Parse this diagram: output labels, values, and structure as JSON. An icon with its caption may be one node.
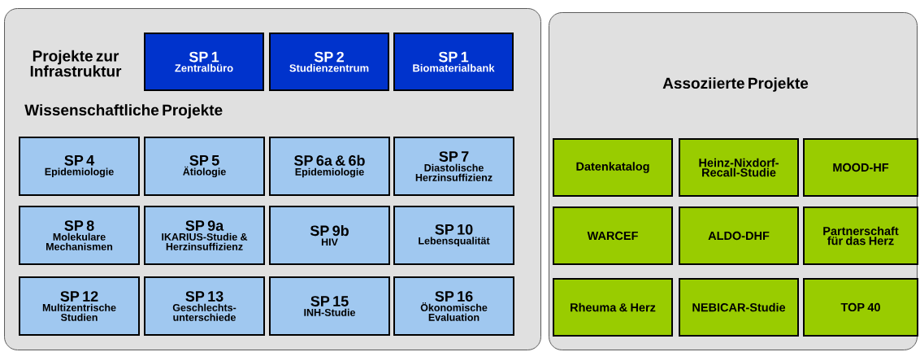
{
  "diagram": {
    "nodes": [
      {
        "text": [
          "Projekte zur Infrastruktur",
          "Wissenschaftliche Projekte"
        ]
      },
      {
        "text": [
          "SP 1",
          "Zentralbüro"
        ],
        "in": 0
      },
      {
        "text": [
          "SP 2",
          "Studienzentrum"
        ],
        "in": 0
      },
      {
        "text": [
          "SP 1",
          "Biomaterialbank"
        ],
        "in": 0
      },
      {
        "text": [
          "SP 4",
          "Epidemiologie"
        ],
        "in": 0
      },
      {
        "text": [
          "SP 5",
          "Ätiologie"
        ],
        "in": 0
      },
      {
        "text": [
          "SP 6a & 6b",
          "Epidemiologie"
        ],
        "in": 0
      },
      {
        "text": [
          "SP 7",
          "Diastolische Herzinsuffizienz"
        ],
        "in": 0
      },
      {
        "text": [
          "SP 8",
          "Molekulare Mechanismen"
        ],
        "in": 0
      },
      {
        "text": [
          "SP 9a",
          "IKARIUS-Studie & Herzinsuffizienz"
        ],
        "in": 0
      },
      {
        "text": [
          "SP 9b",
          "HIV"
        ],
        "in": 0
      },
      {
        "text": [
          "SP 10",
          "Lebensqualität"
        ],
        "in": 0
      },
      {
        "text": [
          "SP 12",
          "Multizentrische Studien"
        ],
        "in": 0
      },
      {
        "text": [
          "SP 13",
          "Geschlechts-unterschiede"
        ],
        "in": 0
      },
      {
        "text": [
          "SP 15",
          "INH-Studie"
        ],
        "in": 0
      },
      {
        "text": [
          "SP 16",
          "Ökonomische Evaluation"
        ],
        "in": 0
      },
      {
        "text": [
          "Assoziierte Projekte"
        ]
      },
      {
        "text": [
          "Datenkatalog"
        ],
        "in": 16
      },
      {
        "text": [
          "Heinz-Nixdorf-Recall-Studie"
        ],
        "in": 16
      },
      {
        "text": [
          "MOOD-HF"
        ],
        "in": 16
      },
      {
        "text": [
          "WARCEF"
        ],
        "in": 16
      },
      {
        "text": [
          "ALDO-DHF"
        ],
        "in": 16
      },
      {
        "text": [
          "Partnerschaft für das Herz"
        ],
        "in": 16
      },
      {
        "text": [
          "Rheuma & Herz"
        ],
        "in": 16
      },
      {
        "text": [
          "NEBICAR-Studie"
        ],
        "in": 16
      },
      {
        "text": [
          "TOP 40"
        ],
        "in": 16
      }
    ]
  }
}
